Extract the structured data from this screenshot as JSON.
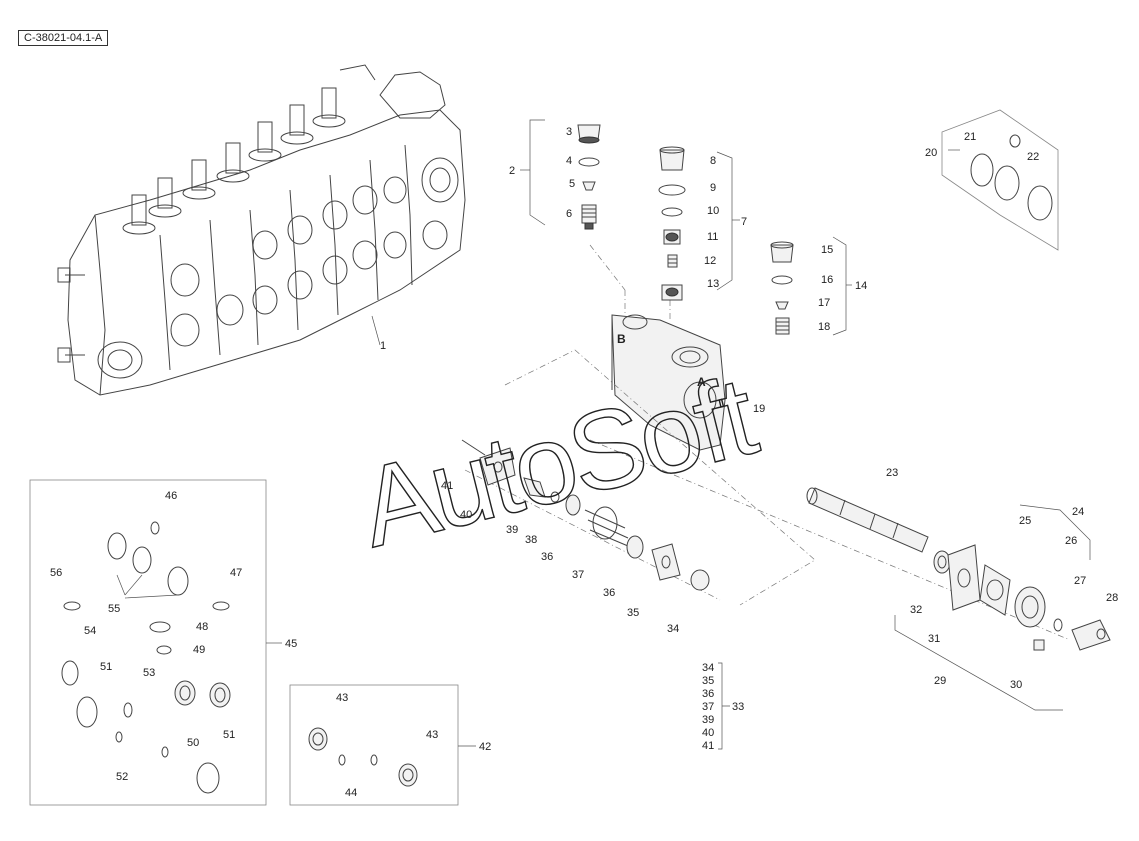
{
  "diagram_id": "C-38021-04.1-A",
  "watermark": "AutoSoft",
  "callouts": [
    "1",
    "2",
    "3",
    "4",
    "5",
    "6",
    "7",
    "8",
    "9",
    "10",
    "11",
    "12",
    "13",
    "14",
    "15",
    "16",
    "17",
    "18",
    "19",
    "20",
    "21",
    "22",
    "23",
    "24",
    "25",
    "26",
    "27",
    "28",
    "29",
    "30",
    "31",
    "32",
    "33",
    "34",
    "35",
    "36",
    "37",
    "38",
    "39",
    "40",
    "41",
    "42",
    "43",
    "44",
    "45",
    "46",
    "47",
    "48",
    "49",
    "50",
    "51",
    "52",
    "53",
    "54",
    "55",
    "56"
  ],
  "kit_33_items": [
    "34",
    "35",
    "36",
    "37",
    "39",
    "40",
    "41"
  ]
}
